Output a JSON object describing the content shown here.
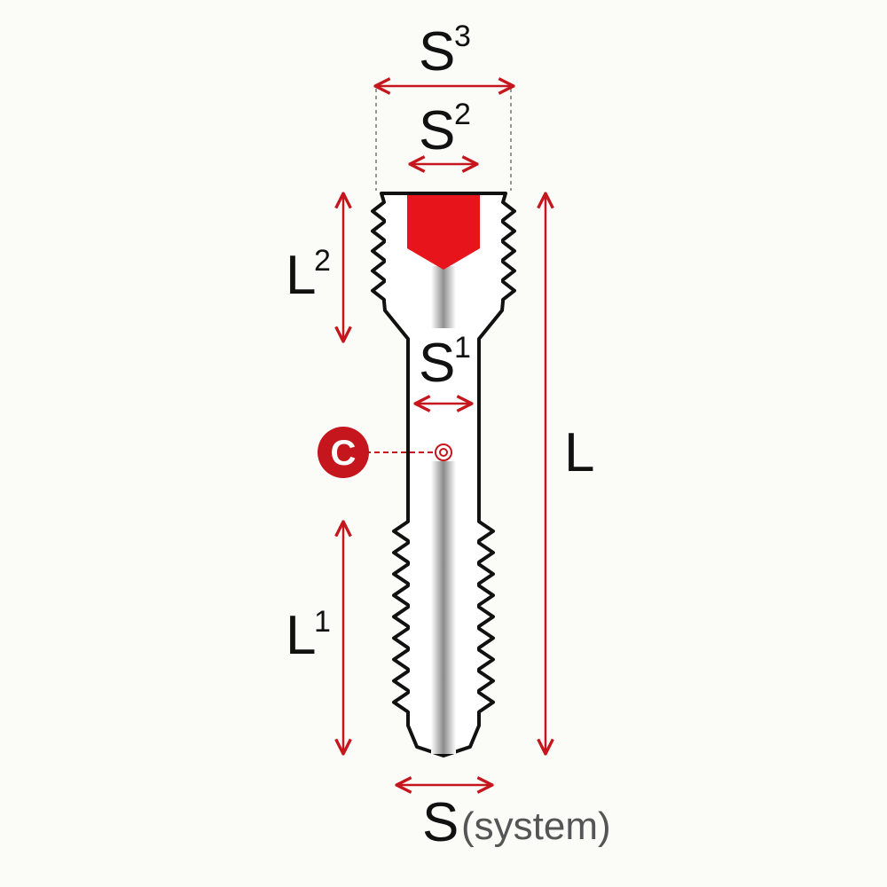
{
  "colors": {
    "accent": "#c4161c",
    "outline": "#111111",
    "background": "#fbfbf8",
    "socket": "#e8141b"
  },
  "labels": {
    "s3_base": "S",
    "s3_sup": "3",
    "s2_base": "S",
    "s2_sup": "2",
    "s1_base": "S",
    "s1_sup": "1",
    "l2_base": "L",
    "l2_sup": "2",
    "l1_base": "L",
    "l1_sup": "1",
    "l_base": "L",
    "s_base": "S",
    "s_note": "(system)",
    "c_marker": "C"
  },
  "icons": {
    "center_marker": "target-icon",
    "socket": "hex-socket-icon"
  }
}
